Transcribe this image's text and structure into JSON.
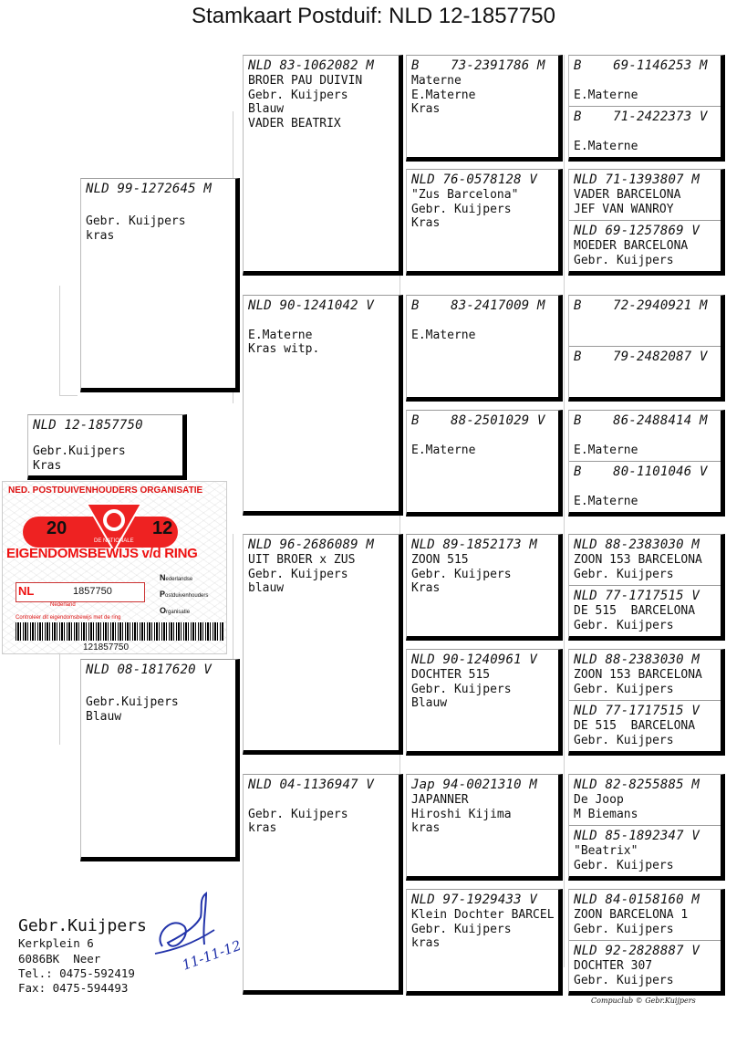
{
  "title": "Stamkaart Postduif: NLD 12-1857750",
  "subject": {
    "ring": "NLD 12-1857750",
    "lines": [
      "Gebr.Kuijpers",
      "Kras"
    ]
  },
  "father": {
    "ring": "NLD 99-1272645 M",
    "lines": [
      "Gebr. Kuijpers",
      "kras"
    ]
  },
  "mother": {
    "ring": "NLD 08-1817620 V",
    "lines": [
      "Gebr.Kuijpers",
      "Blauw"
    ]
  },
  "gp": [
    {
      "ring": "NLD 83-1062082 M",
      "lines": [
        "BROER PAU DUIVIN",
        "Gebr. Kuijpers",
        "Blauw",
        "VADER BEATRIX"
      ]
    },
    {
      "ring": "NLD 90-1241042 V",
      "lines": [
        "",
        "E.Materne",
        "Kras witp."
      ]
    },
    {
      "ring": "NLD 96-2686089 M",
      "lines": [
        "UIT BROER x ZUS",
        "Gebr. Kuijpers",
        "blauw"
      ]
    },
    {
      "ring": "NLD 04-1136947 V",
      "lines": [
        "",
        "Gebr. Kuijpers",
        "kras"
      ]
    }
  ],
  "ggp": [
    {
      "ring": "B    73-2391786 M",
      "lines": [
        "Materne",
        "E.Materne",
        "Kras"
      ]
    },
    {
      "ring": "NLD 76-0578128 V",
      "lines": [
        "\"Zus Barcelona\"",
        "Gebr. Kuijpers",
        "Kras"
      ]
    },
    {
      "ring": "B    83-2417009 M",
      "lines": [
        "",
        "E.Materne"
      ]
    },
    {
      "ring": "B    88-2501029 V",
      "lines": [
        "",
        "E.Materne"
      ]
    },
    {
      "ring": "NLD 89-1852173 M",
      "lines": [
        "ZOON 515",
        "Gebr. Kuijpers",
        "Kras"
      ]
    },
    {
      "ring": "NLD 90-1240961 V",
      "lines": [
        "DOCHTER 515",
        "Gebr. Kuijpers",
        "Blauw"
      ]
    },
    {
      "ring": "Jap 94-0021310 M",
      "lines": [
        "JAPANNER",
        "Hiroshi Kijima",
        "kras"
      ]
    },
    {
      "ring": "NLD 97-1929433 V",
      "lines": [
        "Klein Dochter BARCEL",
        "Gebr. Kuijpers",
        "kras"
      ]
    }
  ],
  "gggp": [
    {
      "ring": "B    69-1146253 M",
      "lines": [
        "",
        "E.Materne"
      ]
    },
    {
      "ring": "B    71-2422373 V",
      "lines": [
        "",
        "E.Materne"
      ]
    },
    {
      "ring": "NLD 71-1393807 M",
      "lines": [
        "VADER BARCELONA",
        "JEF VAN WANROY"
      ]
    },
    {
      "ring": "NLD 69-1257869 V",
      "lines": [
        "MOEDER BARCELONA",
        "Gebr. Kuijpers"
      ]
    },
    {
      "ring": "B    72-2940921 M",
      "lines": []
    },
    {
      "ring": "B    79-2482087 V",
      "lines": []
    },
    {
      "ring": "B    86-2488414 M",
      "lines": [
        "",
        "E.Materne"
      ]
    },
    {
      "ring": "B    80-1101046 V",
      "lines": [
        "",
        "E.Materne"
      ]
    },
    {
      "ring": "NLD 88-2383030 M",
      "lines": [
        "ZOON 153 BARCELONA",
        "Gebr. Kuijpers"
      ]
    },
    {
      "ring": "NLD 77-1717515 V",
      "lines": [
        "DE 515  BARCELONA",
        "Gebr. Kuijpers"
      ]
    },
    {
      "ring": "NLD 88-2383030 M",
      "lines": [
        "ZOON 153 BARCELONA",
        "Gebr. Kuijpers"
      ]
    },
    {
      "ring": "NLD 77-1717515 V",
      "lines": [
        "DE 515  BARCELONA",
        "Gebr. Kuijpers"
      ]
    },
    {
      "ring": "NLD 82-8255885 M",
      "lines": [
        "De Joop",
        "M Biemans"
      ]
    },
    {
      "ring": "NLD 85-1892347 V",
      "lines": [
        "\"Beatrix\"",
        "Gebr. Kuijpers"
      ]
    },
    {
      "ring": "NLD 84-0158160 M",
      "lines": [
        "ZOON BARCELONA 1",
        "Gebr. Kuijpers"
      ]
    },
    {
      "ring": "NLD 92-2828887 V",
      "lines": [
        "DOCHTER 307",
        "Gebr. Kuijpers"
      ]
    }
  ],
  "ring_card": {
    "org": "NED. POSTDUIVENHOUDERS ORGANISATIE",
    "year_left": "20",
    "year_right": "12",
    "ribbon": "DE NATIONALE",
    "heading": "EIGENDOMSBEWIJS v/d RING",
    "country": "NL",
    "number": "1857750",
    "land": "Nederland",
    "npo": [
      "N",
      "ederlandse",
      "P",
      "ostduivenhouders",
      "O",
      "rganisatie"
    ],
    "check": "Controleer dit eigendomsbewijs met de ring",
    "barcode": "121857750"
  },
  "address": {
    "name": "Gebr.Kuijpers",
    "street": "Kerkplein 6",
    "city": "6086BK  Neer",
    "tel": "Tel.: 0475-592419",
    "fax": "Fax: 0475-594493"
  },
  "signature_date": "11-11-12",
  "footer": "Compuclub © Gebr.Kuijpers",
  "colors": {
    "card_red": "#e22222",
    "ink": "#111111",
    "signature": "#2233aa"
  }
}
